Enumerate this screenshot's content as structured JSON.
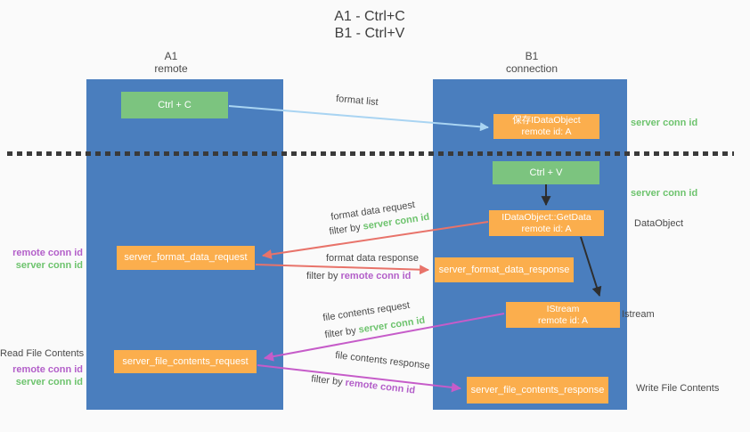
{
  "title": {
    "line1": "A1 - Ctrl+C",
    "line2": "B1 - Ctrl+V"
  },
  "lanes": {
    "a1": {
      "id": "A1",
      "label": "remote"
    },
    "b1": {
      "id": "B1",
      "label": "connection"
    }
  },
  "boxes": {
    "ctrl_c": {
      "label": "Ctrl + C"
    },
    "save_idataobject": {
      "line1": "保存IDataObject",
      "line2": "remote id: A"
    },
    "ctrl_v": {
      "label": "Ctrl + V"
    },
    "getdata": {
      "line1": "IDataObject::GetData",
      "line2": "remote id: A"
    },
    "format_request": {
      "label": "server_format_data_request"
    },
    "format_response": {
      "label": "server_format_data_response"
    },
    "istream": {
      "line1": "IStream",
      "line2": "remote id: A"
    },
    "file_request": {
      "label": "server_file_contents_request"
    },
    "file_response": {
      "label": "server_file_contents_response"
    }
  },
  "arrow_labels": {
    "format_list": "format list",
    "format_data_request": "format data request",
    "format_data_response": "format data response",
    "file_contents_request": "file contents request",
    "file_contents_response": "file contents response",
    "filter_by": "filter by ",
    "server_conn_id": "server conn id",
    "remote_conn_id": "remote conn id"
  },
  "side_labels": {
    "server_conn_id_top": "server conn id",
    "server_conn_id_mid": "server conn id",
    "dataobject": "DataObject",
    "istream": "Istream",
    "write_file_contents": "Write File Contents",
    "read_file_contents": "Read File Contents",
    "remote_conn_id": "remote conn id",
    "server_conn_id": "server conn id"
  },
  "colors": {
    "lane_blue": "#4a7ebe",
    "box_green": "#7cc47f",
    "box_orange": "#fbae4d",
    "green_text": "#6dc36d",
    "purple_text": "#b35fc9",
    "red_arrow": "#e8736a",
    "magenta_arrow": "#c65cc9",
    "blue_arrow": "#a9d4f2",
    "black_arrow": "#2e2e2e",
    "separator": "#3a3a3a",
    "background": "#fafafa"
  }
}
